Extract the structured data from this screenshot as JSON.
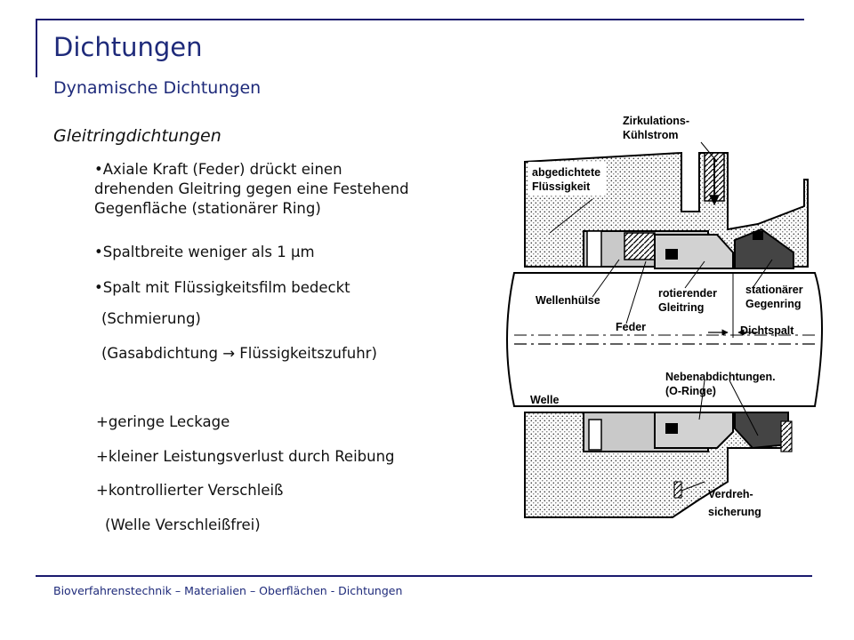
{
  "title": "Dichtungen",
  "subtitle": "Dynamische Dichtungen",
  "section": "Gleitringdichtungen",
  "bullets": {
    "b1_line1": "•Axiale Kraft (Feder) drückt einen",
    "b1_line2": "drehenden Gleitring gegen eine  Festehend",
    "b1_line3": "Gegenfläche (stationärer Ring)",
    "b2": "•Spaltbreite weniger als 1 µm",
    "b3": "•Spalt mit Flüssigkeitsfilm bedeckt",
    "b3_sub1": "(Schmierung)",
    "b3_sub2": "(Gasabdichtung  → Flüssigkeitszufuhr)"
  },
  "advantages": [
    "+geringe Leckage",
    "+kleiner Leistungsverlust durch Reibung",
    "+kontrollierter Verschleiß",
    "(Welle Verschleißfrei)"
  ],
  "diagram": {
    "zirk1": "Zirkulations-",
    "zirk2": "Kühlstrom",
    "abg1": "abgedichtete",
    "abg2": "Flüssigkeit",
    "wellenhuelse": "Wellenhülse",
    "rot1": "rotierender",
    "rot2": "Gleitring",
    "stat1": "stationärer",
    "stat2": "Gegenring",
    "feder": "Feder",
    "dichtspalt": "Dichtspalt",
    "neben1": "Nebenabdichtungen.",
    "neben2": "(O-Ringe)",
    "welle": "Welle",
    "verdreh1": "Verdreh-",
    "verdreh2": "sicherung"
  },
  "footer": "Bioverfahrenstechnik –  Materialien – Oberflächen - Dichtungen"
}
